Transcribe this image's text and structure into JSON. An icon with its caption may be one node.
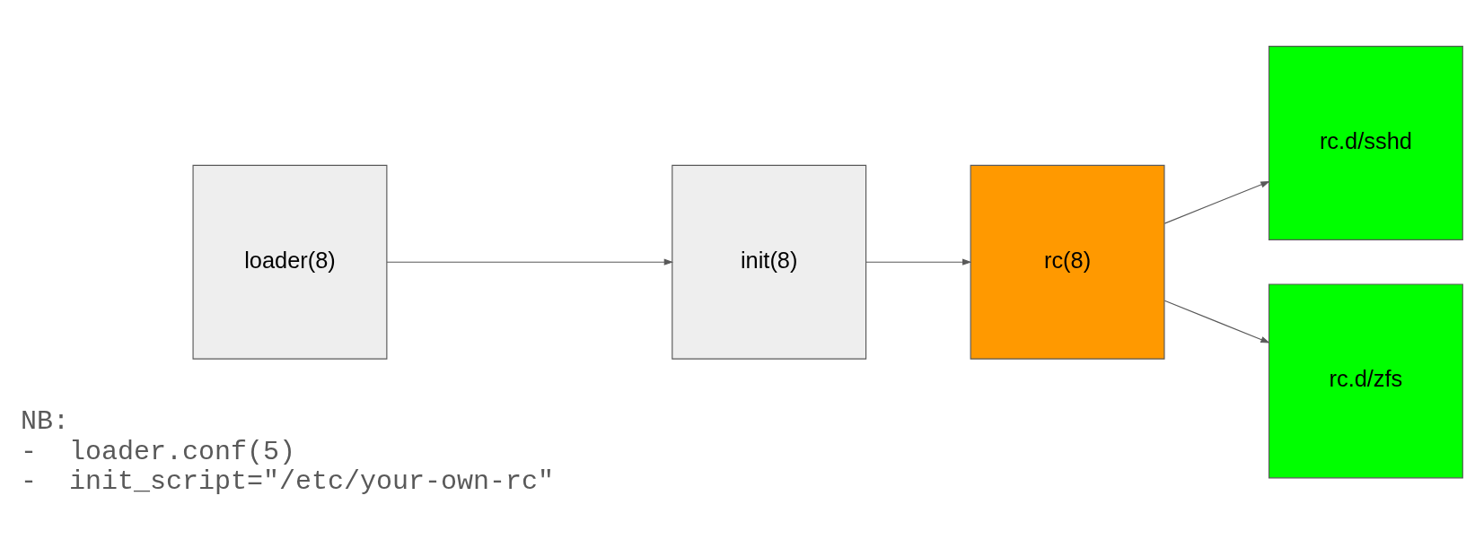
{
  "diagram": {
    "nodes": [
      {
        "text": [
          "loader(8)"
        ]
      },
      {
        "text": [
          "init(8)"
        ]
      },
      {
        "text": [
          "rc(8)"
        ]
      },
      {
        "text": [
          "rc.d/sshd"
        ]
      },
      {
        "text": [
          "rc.d/zfs"
        ]
      }
    ],
    "edges": [
      {
        "from": 0,
        "to": 1,
        "arrow": "to"
      },
      {
        "from": 1,
        "to": 2,
        "arrow": "to"
      },
      {
        "from": 2,
        "to": 3,
        "arrow": "to"
      },
      {
        "from": 2,
        "to": 4,
        "arrow": "to"
      }
    ],
    "labels": [
      "NB:",
      "-  loader.conf(5)",
      "-  init_script=\"/etc/your-own-rc\""
    ]
  }
}
